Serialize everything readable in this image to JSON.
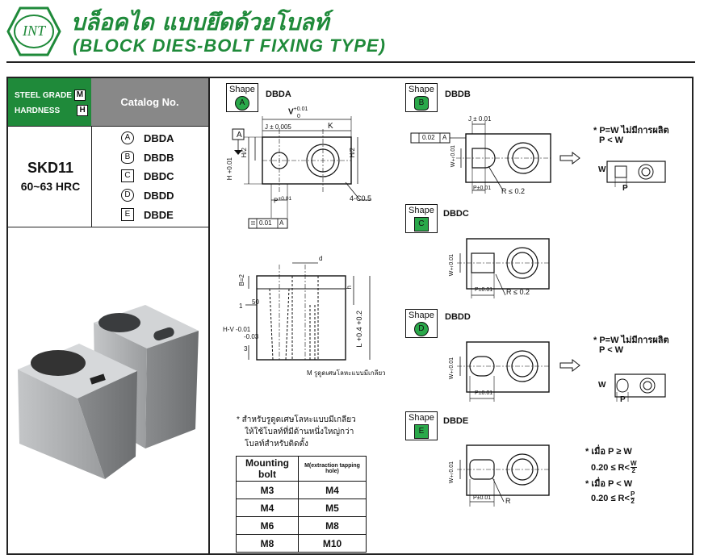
{
  "header": {
    "logo_text": "INT",
    "title_th": "บล็อคได แบบยึดด้วยโบลท์",
    "title_en": "(BLOCK DIES-BOLT FIXING TYPE)"
  },
  "left_panel": {
    "steel_grade_label": "STEEL GRADE",
    "steel_grade_box": "M",
    "hardness_label": "HARDNESS",
    "hardness_box": "H",
    "catalog_header": "Catalog No.",
    "material": "SKD11",
    "hardness_value": "60~63 HRC",
    "catalog_items": [
      {
        "mark": "A",
        "code": "DBDA"
      },
      {
        "mark": "B",
        "code": "DBDB"
      },
      {
        "mark": "C",
        "code": "DBDC"
      },
      {
        "mark": "D",
        "code": "DBDD"
      },
      {
        "mark": "E",
        "code": "DBDE"
      }
    ]
  },
  "drawings": {
    "shape_label": "Shape",
    "dbda": {
      "mark": "A",
      "name": "DBDA",
      "dims": {
        "v": "V",
        "v_tol": "+0.01",
        "v_tol2": "0",
        "j": "J ± 0.005",
        "k": "K",
        "h2a": "H/2",
        "h2b": "H/2",
        "h": "H",
        "h_tol": "+0.01",
        "h_tol2": "0",
        "p": "P",
        "p_tol": "+0.01",
        "p_tol2": "0",
        "chamfer": "4-C0.5",
        "flat": "0.01",
        "datum": "A"
      }
    },
    "side": {
      "d": "d",
      "b2": "B=2",
      "h": "h",
      "angle": "50",
      "one": "1",
      "hv": "H-V",
      "hv_tol1": "-0.01",
      "hv_tol2": "-0.03",
      "three": "3",
      "l": "L",
      "l_tol1": "+0.4",
      "l_tol2": "+0.2",
      "m_note": "M รูดูดเศษโลหะแบบมีเกลียว"
    },
    "note_lines": [
      "* สำหรับรูดูดเศษโลหะแบบมีเกลียว",
      "ให้ใช้โบลท์ที่มีด้านหนึ่งใหญ่กว่า",
      "โบลท์สำหรับติดตั้ง"
    ],
    "table": {
      "headers": [
        "Mounting bolt",
        "M(extraction tapping hole)"
      ],
      "rows": [
        [
          "M3",
          "M4"
        ],
        [
          "M4",
          "M5"
        ],
        [
          "M6",
          "M8"
        ],
        [
          "M8",
          "M10"
        ]
      ]
    },
    "dbdb": {
      "mark": "B",
      "name": "DBDB",
      "j": "J ± 0.01",
      "flat": "0.02",
      "datum": "A",
      "w": "W±0.01",
      "p": "P±0.01",
      "r": "R ≤ 0.2",
      "note1": "* P=W ไม่มีการผลิต",
      "note2": "P < W",
      "small_w": "W",
      "small_p": "P"
    },
    "dbdc": {
      "mark": "C",
      "name": "DBDC",
      "w": "W±0.01",
      "p": "P±0.01",
      "r": "R ≤ 0.2"
    },
    "dbdd": {
      "mark": "D",
      "name": "DBDD",
      "w": "W±0.01",
      "p": "P±0.01",
      "note1": "* P=W ไม่มีการผลิต",
      "note2": "P < W",
      "small_w": "W",
      "small_p": "P"
    },
    "dbde": {
      "mark": "E",
      "name": "DBDE",
      "w": "W±0.01",
      "p": "P±0.01",
      "r": "R",
      "c1_a": "* เมื่อ",
      "c1_b": "P ≥ W",
      "c1_c": "0.20 ≤ R<",
      "c1_num": "W",
      "c1_den": "2",
      "c2_a": "* เมื่อ",
      "c2_b": "P < W",
      "c2_c": "0.20 ≤ R<",
      "c2_num": "P",
      "c2_den": "2"
    }
  },
  "colors": {
    "brand_green": "#1f8a3a",
    "shape_green": "#2aa84a",
    "header_gray": "#888888"
  }
}
